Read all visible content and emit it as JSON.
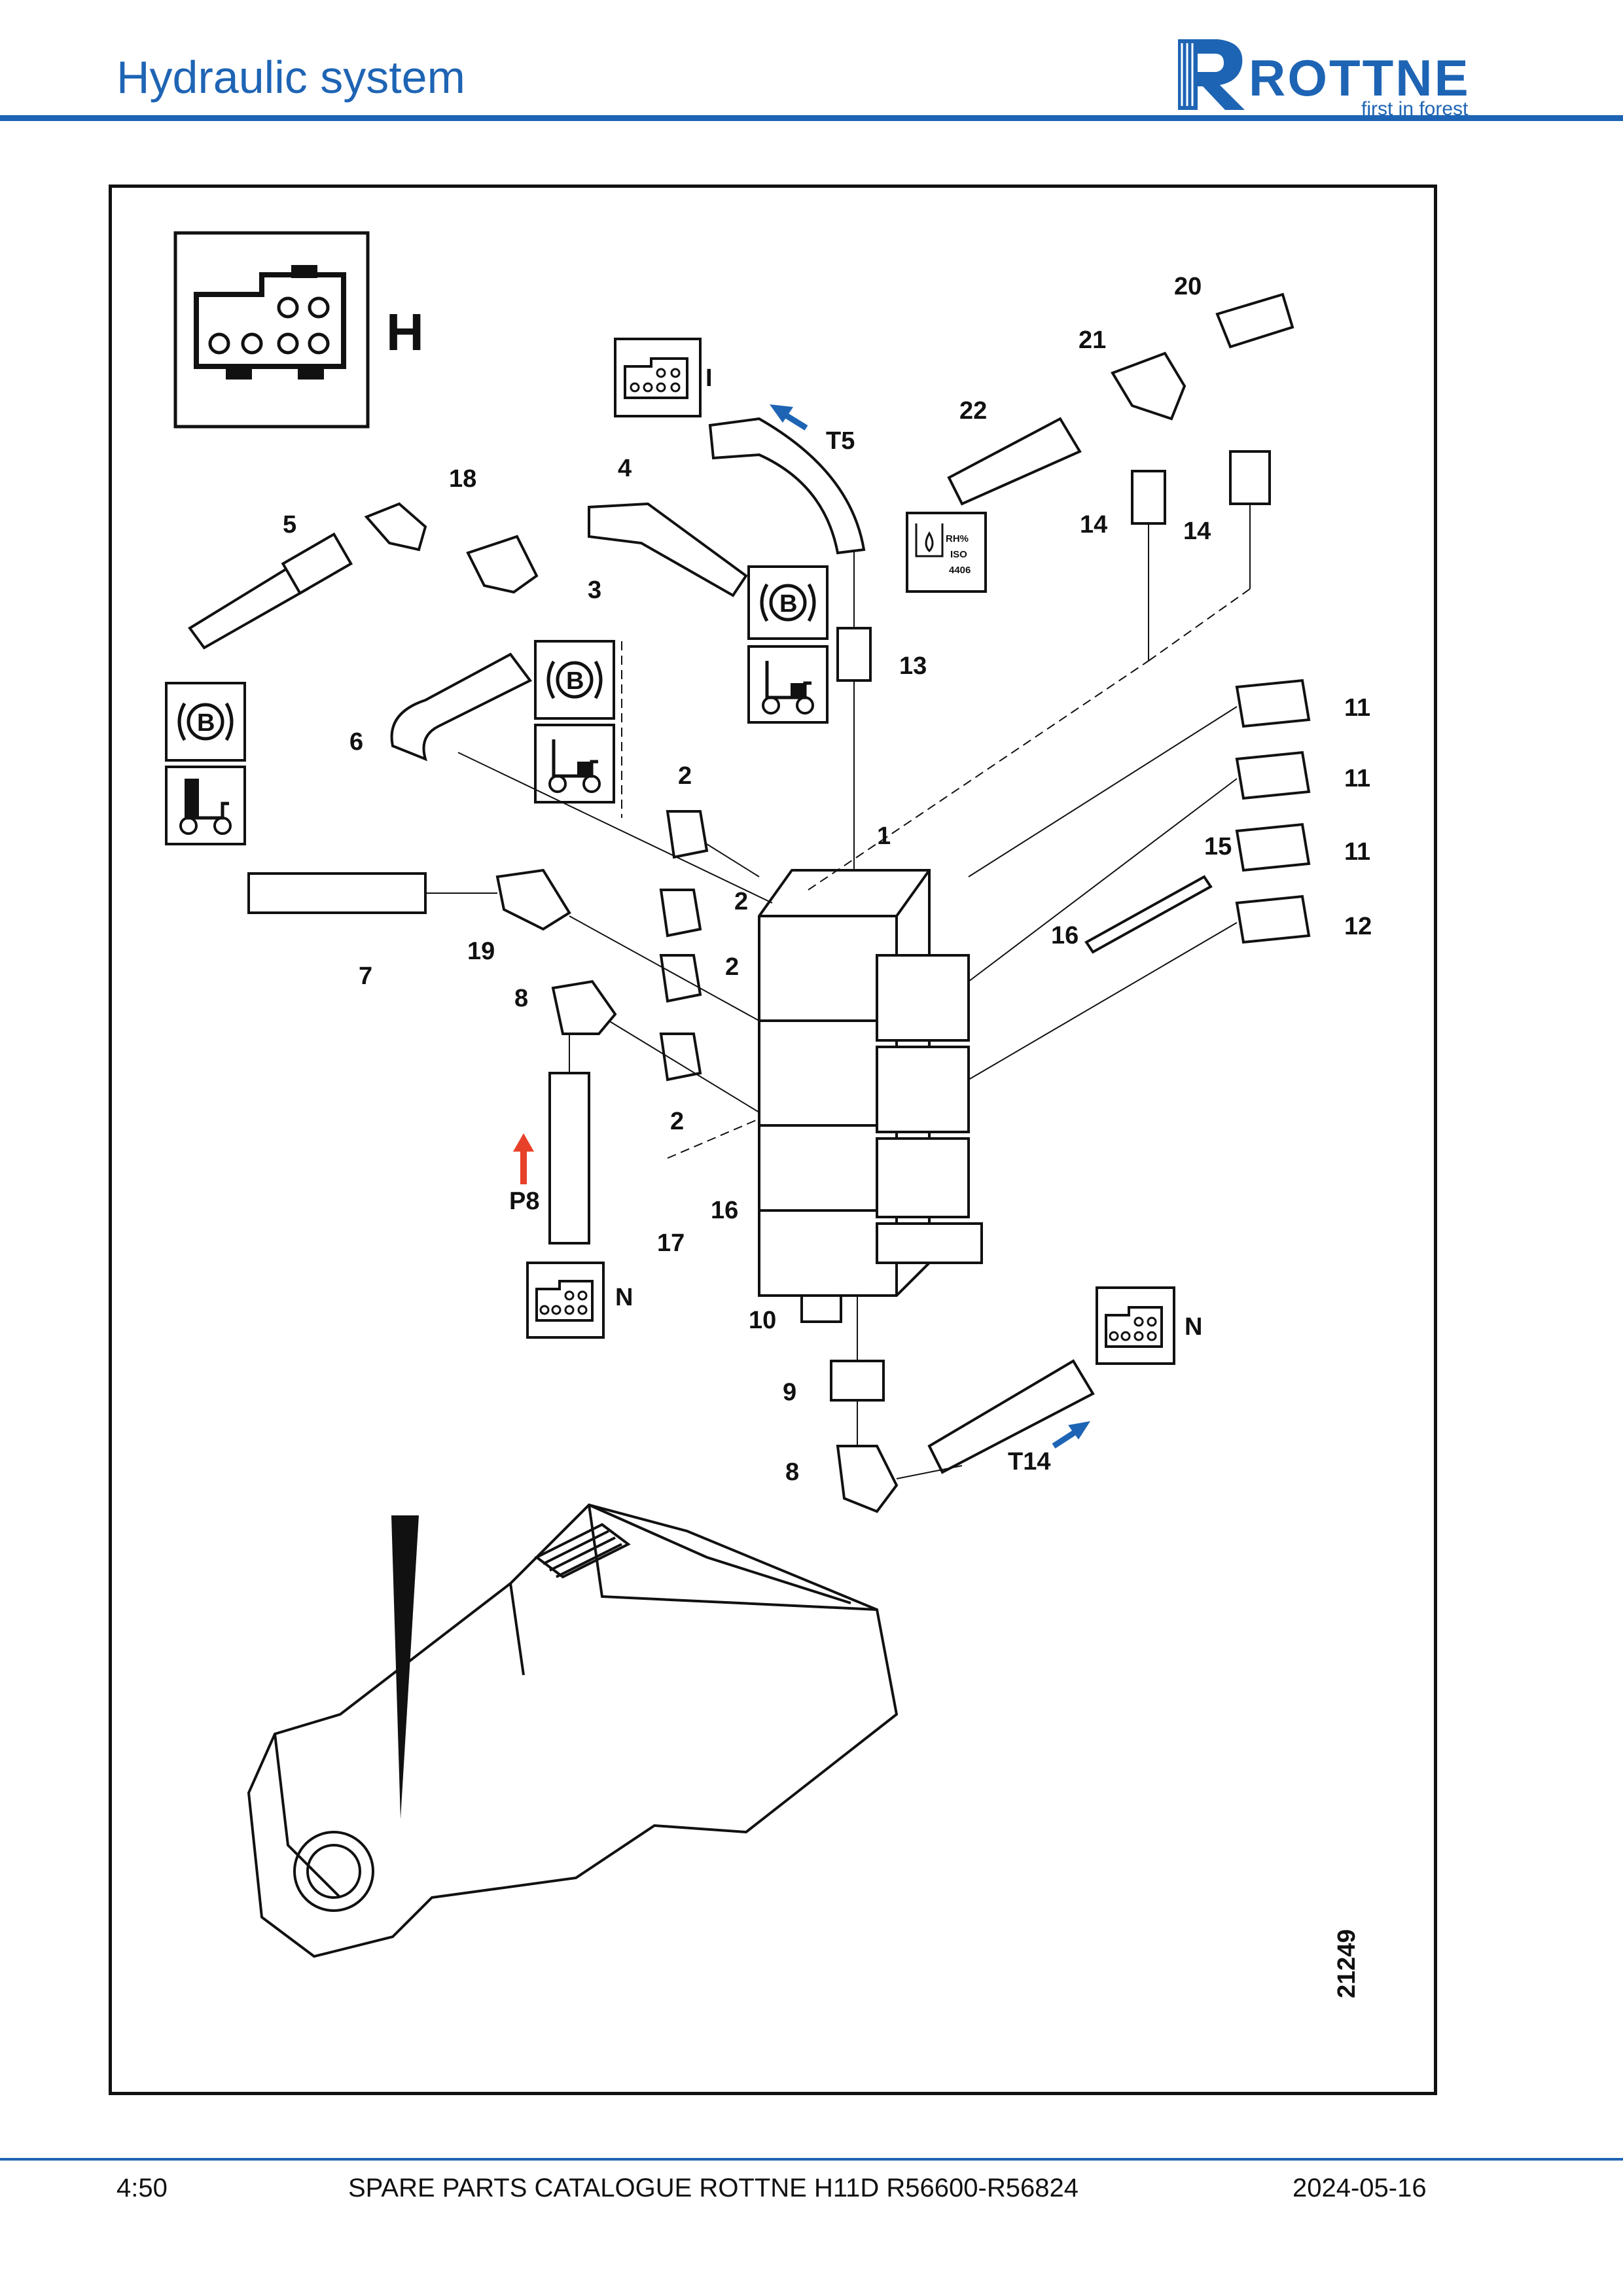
{
  "header": {
    "title": "Hydraulic system",
    "brand_color": "#1e64b4",
    "logo": {
      "word": "ROTTNE",
      "tagline": "first in forest"
    }
  },
  "diagram": {
    "figure_number": "21249",
    "connector_labels": {
      "H": "H",
      "I": "I",
      "N1": "N",
      "N2": "N"
    },
    "port_labels": {
      "T5": "T5",
      "T14": "T14",
      "P8": "P8"
    },
    "arrow_colors": {
      "tank": "#1e64b4",
      "pressure": "#e8412a"
    },
    "oil_symbol": {
      "l1": "RH%",
      "l2": "ISO",
      "l3": "4406"
    },
    "callouts": {
      "c20": "20",
      "c21": "21",
      "c22": "22",
      "c14a": "14",
      "c14b": "14",
      "c18": "18",
      "c4": "4",
      "c5": "5",
      "c3": "3",
      "c13": "13",
      "c11a": "11",
      "c11b": "11",
      "c11c": "11",
      "c12": "12",
      "c15": "15",
      "c16a": "16",
      "c6": "6",
      "c2a": "2",
      "c2b": "2",
      "c2c": "2",
      "c2d": "2",
      "c1": "1",
      "c7": "7",
      "c19": "19",
      "c8a": "8",
      "c16b": "16",
      "c17": "17",
      "c10": "10",
      "c9": "9",
      "c8b": "8"
    }
  },
  "footer": {
    "page": "4:50",
    "document": "SPARE PARTS CATALOGUE ROTTNE H11D R56600-R56824",
    "date": "2024-05-16"
  }
}
